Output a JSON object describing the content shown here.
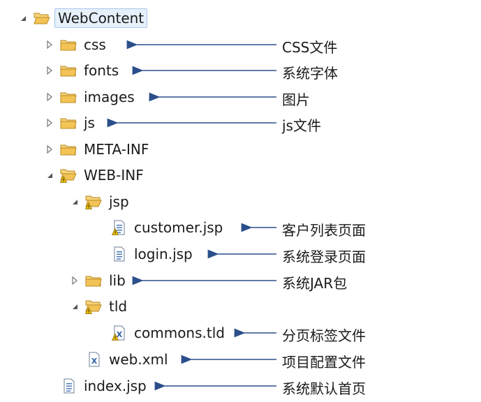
{
  "tree": [
    {
      "label": "WebContent",
      "icon": "project-folder-icon",
      "expanded": true,
      "selected": true
    },
    {
      "label": "css",
      "icon": "folder-icon",
      "expanded": false
    },
    {
      "label": "fonts",
      "icon": "folder-icon",
      "expanded": false
    },
    {
      "label": "images",
      "icon": "folder-icon",
      "expanded": false
    },
    {
      "label": "js",
      "icon": "folder-icon",
      "expanded": false
    },
    {
      "label": "META-INF",
      "icon": "folder-icon",
      "expanded": false
    },
    {
      "label": "WEB-INF",
      "icon": "folder-warning-icon",
      "expanded": true
    },
    {
      "label": "jsp",
      "icon": "folder-warning-icon",
      "expanded": true
    },
    {
      "label": "customer.jsp",
      "icon": "jsp-file-warning-icon"
    },
    {
      "label": "login.jsp",
      "icon": "jsp-file-icon"
    },
    {
      "label": "lib",
      "icon": "folder-icon",
      "expanded": false
    },
    {
      "label": "tld",
      "icon": "folder-warning-icon",
      "expanded": true
    },
    {
      "label": "commons.tld",
      "icon": "xml-file-warning-icon"
    },
    {
      "label": "web.xml",
      "icon": "xml-file-icon"
    },
    {
      "label": "index.jsp",
      "icon": "jsp-file-icon"
    }
  ],
  "annotations": {
    "css": "CSS文件",
    "fonts": "系统字体",
    "images": "图片",
    "js": "js文件",
    "customer_jsp": "客户列表页面",
    "login_jsp": "系统登录页面",
    "lib": "系统JAR包",
    "commons_tld": "分页标签文件",
    "web_xml": "项目配置文件",
    "index_jsp": "系统默认首页"
  },
  "colors": {
    "folder": "#e9b84a",
    "warning": "#e8b400",
    "arrow": "#2b4f8a",
    "selection": "#e6f0fb"
  }
}
